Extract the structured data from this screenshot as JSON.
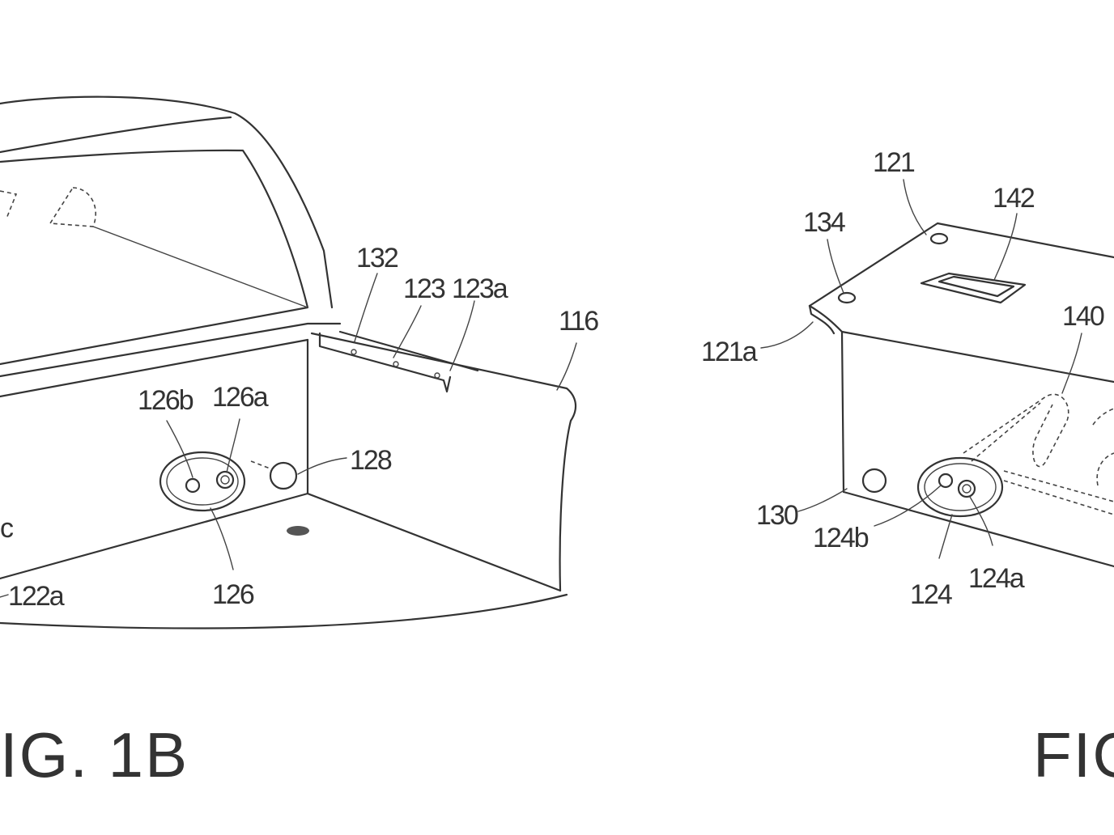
{
  "labels": {
    "l132": "132",
    "l123": "123",
    "l123a": "123a",
    "l116": "116",
    "l126b": "126b",
    "l126a": "126a",
    "l128": "128",
    "l126": "126",
    "l122a": "122a",
    "lc": "c",
    "l121": "121",
    "l134": "134",
    "l142": "142",
    "l140": "140",
    "l121a": "121a",
    "l130": "130",
    "l124b": "124b",
    "l124": "124",
    "l124a": "124a"
  },
  "figures": {
    "left": "IG. 1B",
    "right": "FIG"
  }
}
